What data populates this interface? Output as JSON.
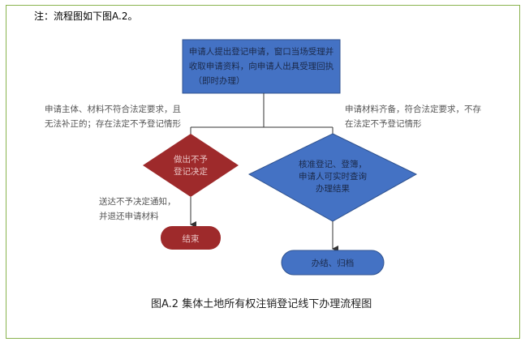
{
  "note": "注：流程图如下图A.2。",
  "start_box": {
    "lines": [
      "申请人提出登记申请，窗口当场受理并",
      "收取申请资料，向申请人出具受理回执",
      "（即时办理）"
    ]
  },
  "left_condition": [
    "申请主体、材料不符合法定要求，且",
    "无法补正的；存在法定不予登记情形"
  ],
  "right_condition": [
    "申请材料齐备，符合法定要求，不存",
    "在法定不予登记情形"
  ],
  "reject_decision": {
    "lines": [
      "做出不予",
      "登记决定"
    ]
  },
  "approve_decision": {
    "lines": [
      "核准登记、登簿，",
      "申请人可实时查询",
      "办理结果"
    ]
  },
  "reject_note": [
    "送达不予决定通知，",
    "并退还申请材料"
  ],
  "end_reject": "结束",
  "end_approve": "办结、归档",
  "caption": "图A.2 集体土地所有权注销登记线下办理流程图",
  "colors": {
    "blue": "#4472c4",
    "red": "#9e2a2b",
    "frame": "#8ab34f"
  }
}
